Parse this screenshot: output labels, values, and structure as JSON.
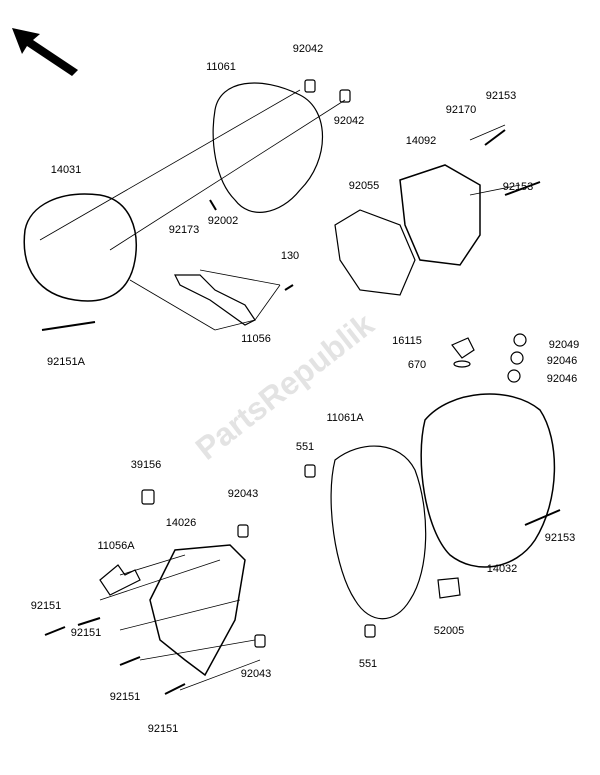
{
  "watermark": "PartsRepublik",
  "labels": [
    "92042",
    "11061",
    "92042",
    "92153",
    "92170",
    "14092",
    "92153",
    "14031",
    "92055",
    "92002",
    "92173",
    "130",
    "11056",
    "92151A",
    "16115",
    "670",
    "92049",
    "92046",
    "92046",
    "11061A",
    "551",
    "39156",
    "92043",
    "14026",
    "11056A",
    "92151",
    "92151",
    "92153",
    "14032",
    "52005",
    "551",
    "92043",
    "92151",
    "92151"
  ]
}
